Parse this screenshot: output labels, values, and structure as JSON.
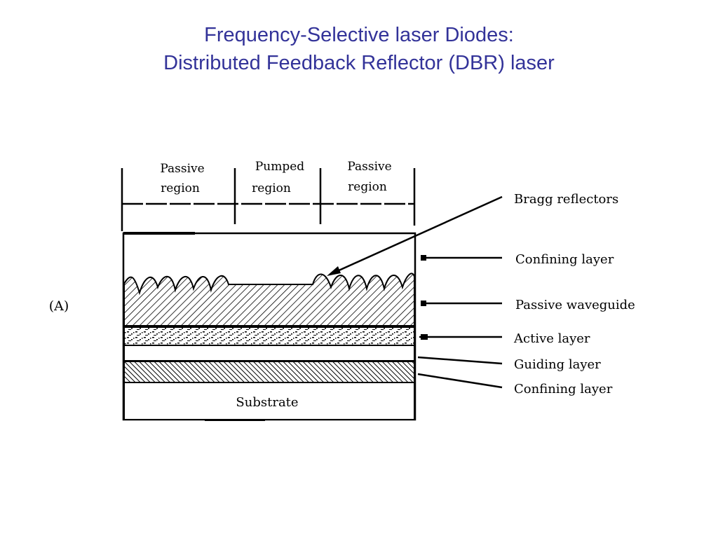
{
  "slide": {
    "title_line1": "Frequency-Selective laser Diodes:",
    "title_line2": "Distributed Feedback Reflector (DBR) laser"
  },
  "diagram": {
    "figure_label": "(A)",
    "regions": [
      {
        "line1": "Passive",
        "line2": "region"
      },
      {
        "line1": "Pumped",
        "line2": "region"
      },
      {
        "line1": "Passive",
        "line2": "region"
      }
    ],
    "labels": {
      "bragg": "Bragg reflectors",
      "confining_top": "Confining layer",
      "passive_waveguide": "Passive waveguide",
      "active": "Active layer",
      "guiding": "Guiding layer",
      "confining_bottom": "Confining layer",
      "substrate": "Substrate"
    }
  }
}
